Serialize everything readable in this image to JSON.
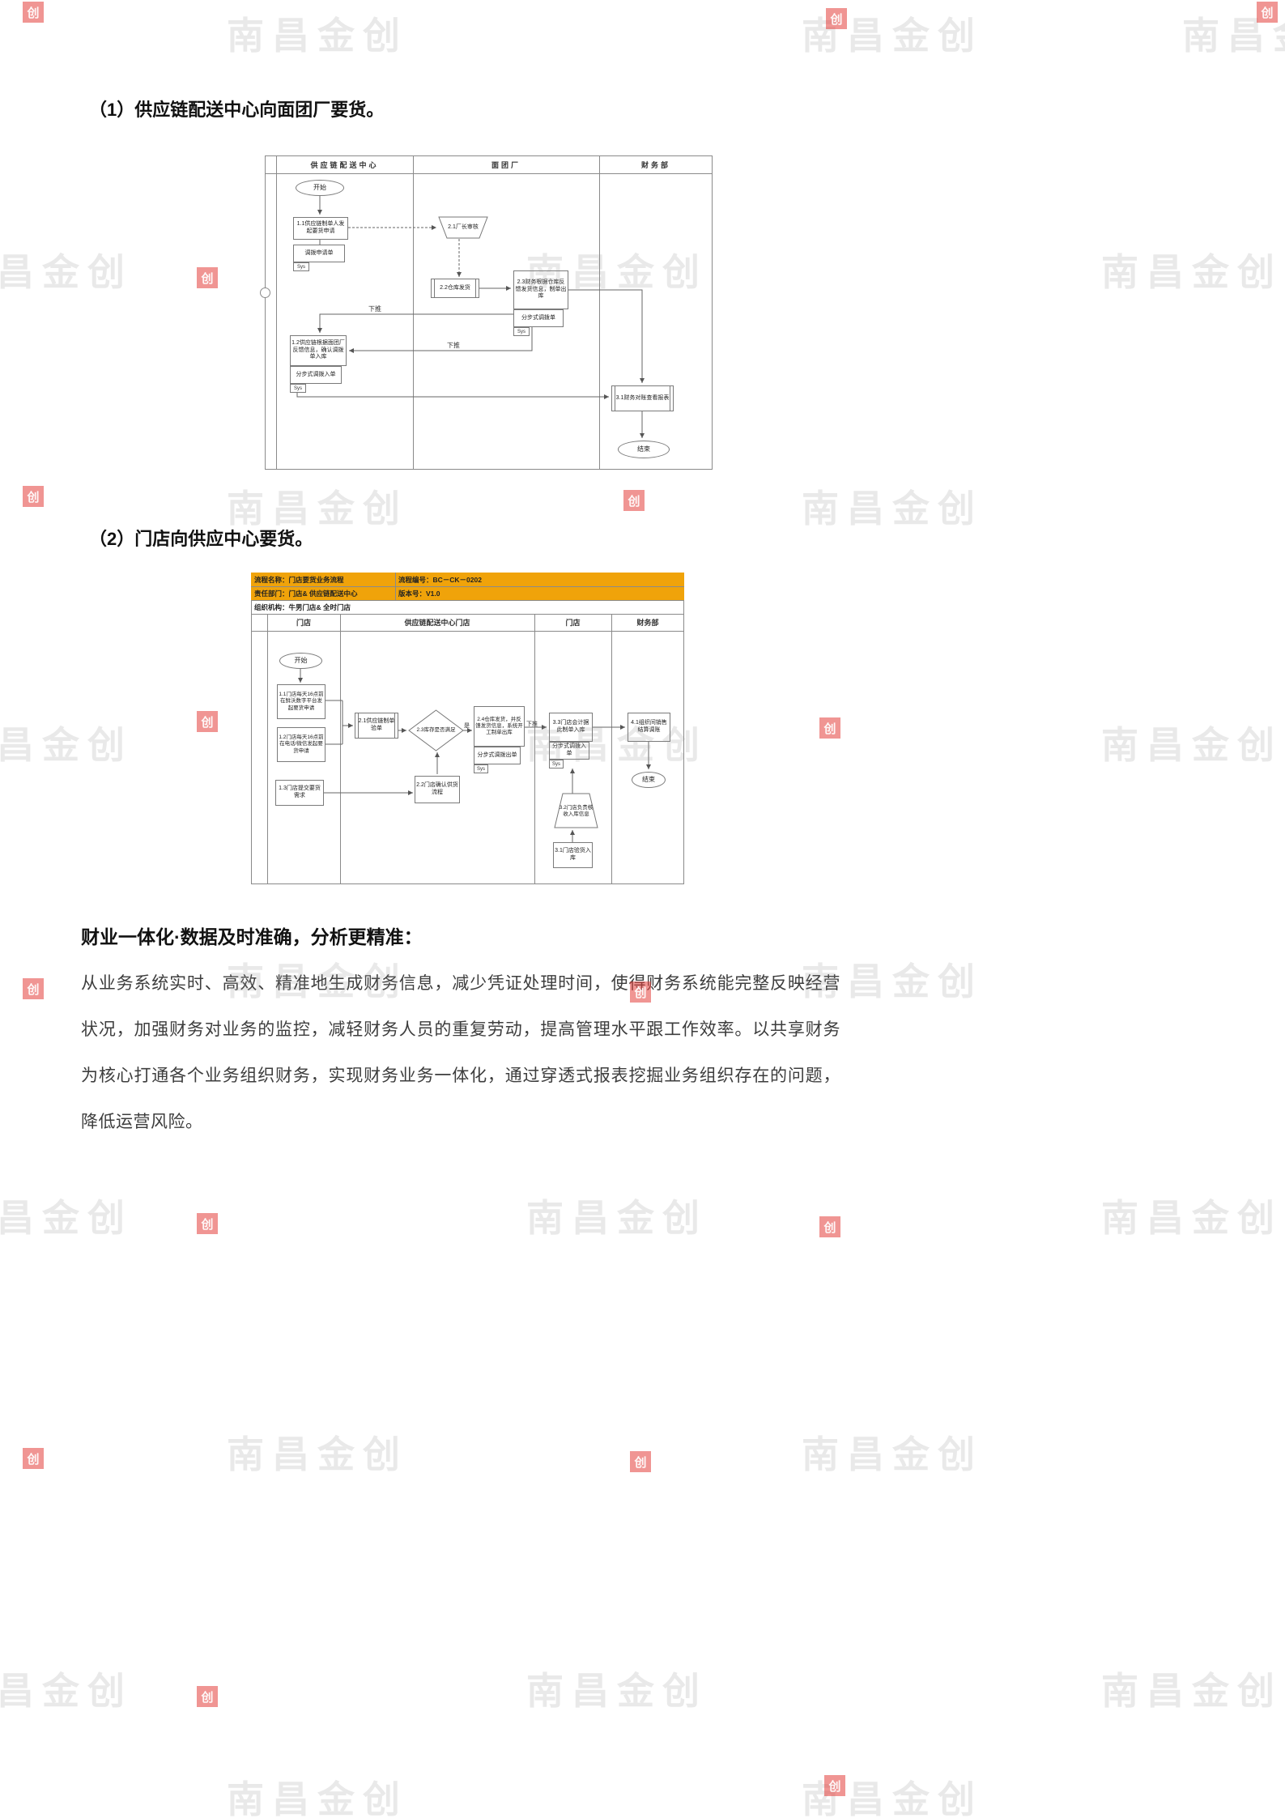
{
  "watermark": {
    "text": "南昌金创",
    "logo_char": "创"
  },
  "section1": {
    "heading": "（1）供应链配送中心向面团厂要货。"
  },
  "section2": {
    "heading": "（2）门店向供应中心要货。"
  },
  "flow1": {
    "lanes": [
      "供应链配送中心",
      "面团厂",
      "财务部"
    ],
    "nodes": {
      "start": "开始",
      "n11": "1.1供应链制单人发起要货申请",
      "d11": "调拨申请单",
      "d11_tag": "Sys",
      "n21": "2.1厂长审核",
      "n22": "2.2仓库发货",
      "n23": "2.3财务根据仓库反馈发货信息，制单出库",
      "d23": "分步式调拨单",
      "d23_tag": "Sys",
      "n12": "1.2供应链根据面团厂反馈信息，确认调拨单入库",
      "d12": "分步式调拨入单",
      "d12_tag": "Sys",
      "n31": "3.1财务对账查看报表",
      "end": "结束"
    },
    "edge_labels": {
      "push1": "下推",
      "push2": "下推"
    }
  },
  "flow2": {
    "header": {
      "name_label": "流程名称：门店要货业务流程",
      "code_label": "流程编号：BC－CK－0202",
      "dept_label": "责任部门：门店& 供应链配送中心",
      "version_label": "版本号：V1.0",
      "org_label": "组织机构：牛男门店& 全时门店"
    },
    "lanes": [
      "门店",
      "供应链配送中心门店",
      "门店",
      "财务部"
    ],
    "nodes": {
      "start": "开始",
      "n11": "1.1门店每天16点前在鲜沃数字平台发起要货申请",
      "n12": "1.2门店每天16点前在电话/微信发起要货申请",
      "n13": "1.3门店提交要货需求",
      "n21": "2.1供应链制单验单",
      "n23": "2.3库存是否满足",
      "n22": "2.2门店确认供货流程",
      "n24": "2.4仓库发货，并反馈发货信息，系统开工制单出库",
      "d24": "分步式调拨出单",
      "d24_tag": "Sys",
      "n33": "3.3门店会计据此制单入库",
      "d33": "分步式调拨入单",
      "d33_tag": "Sys",
      "n41": "4.1组织间销售结算调账",
      "n32": "3.2门店负责核收入库信息",
      "n31": "3.1门店验货入库",
      "end": "结束"
    },
    "edge_labels": {
      "push": "下推",
      "yes": "是"
    }
  },
  "section3": {
    "heading": "财业一体化·数据及时准确，分析更精准：",
    "paragraph": "从业务系统实时、高效、精准地生成财务信息，减少凭证处理时间，使得财务系统能完整反映经营状况，加强财务对业务的监控，减轻财务人员的重复劳动，提高管理水平跟工作效率。以共享财务为核心打通各个业务组织财务，实现财务业务一体化，通过穿透式报表挖掘业务组织存在的问题，降低运营风险。"
  }
}
